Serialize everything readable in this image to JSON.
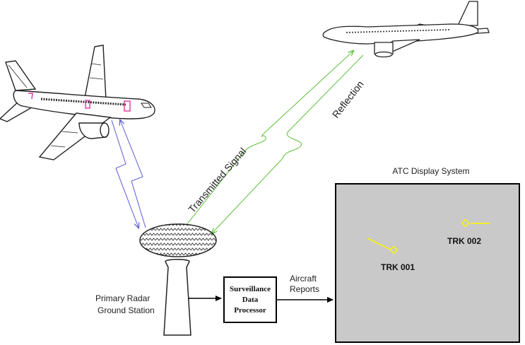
{
  "labels": {
    "transmitted_signal": "Transmitted Signal",
    "reflection": "Reflection",
    "atc_display_title": "ATC Display System",
    "radar_line1": "Primary Radar",
    "radar_line2": "Ground Station",
    "processor_line1": "Surveillance",
    "processor_line2": "Data",
    "processor_line3": "Processor",
    "reports_line1": "Aircraft",
    "reports_line2": "Reports"
  },
  "tracks": [
    {
      "label": "TRK 001"
    },
    {
      "label": "TRK 002"
    }
  ],
  "colors": {
    "transmitted_signal": "#5cbf3a",
    "secondary_link": "#5a5ad8",
    "track_symbol": "#f2ee2a",
    "display_background": "#c9c9c9",
    "aircraft_marking": "#e0359a"
  },
  "icons": {
    "aircraft_left": "airliner-icon",
    "aircraft_right": "airliner-icon",
    "radar_antenna": "radar-dish-icon",
    "radar_tower": "tower-icon"
  }
}
